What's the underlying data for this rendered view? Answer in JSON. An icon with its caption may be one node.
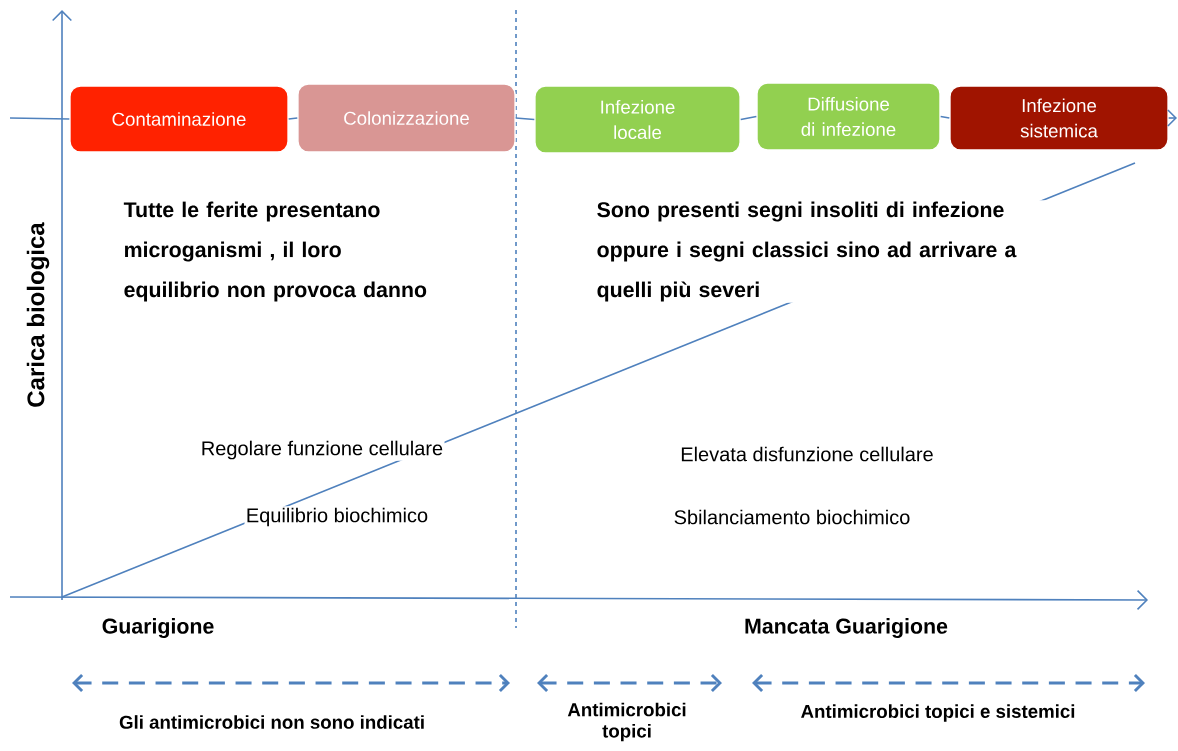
{
  "diagram": {
    "nodes": [
      {
        "text": [
          "Contaminazione"
        ]
      },
      {
        "text": [
          "Colonizzazione"
        ]
      },
      {
        "text": [
          "Infezione locale"
        ]
      },
      {
        "text": [
          "Diffusione di infezione"
        ]
      },
      {
        "text": [
          "Infezione sistemica"
        ]
      }
    ],
    "edges": [
      {
        "from": 0,
        "to": 1,
        "arrow": "none"
      },
      {
        "from": 1,
        "to": 2,
        "arrow": "none"
      },
      {
        "from": 2,
        "to": 3,
        "arrow": "none"
      },
      {
        "from": 3,
        "to": 4,
        "arrow": "none"
      },
      {
        "from": null,
        "to": 0,
        "arrow": "none"
      },
      {
        "from": 4,
        "to": null,
        "arrow": "to"
      }
    ],
    "labels": [
      "Carica biologica",
      "Tutte le ferite presentano microganismi , il loro equilibrio non provoca danno",
      "Sono presenti segni insoliti di infezione oppure i segni classici  sino ad arrivare a quelli più severi",
      "Regolare funzione cellulare",
      "Elevata disfunzione cellulare",
      "Equilibrio biochimico",
      "Sbilanciamento biochimico",
      "Guarigione",
      "Mancata Guarigione",
      "Gli antimicrobici non sono indicati",
      "Antimicrobici topici",
      "Antimicrobici topici e sistemici"
    ]
  }
}
